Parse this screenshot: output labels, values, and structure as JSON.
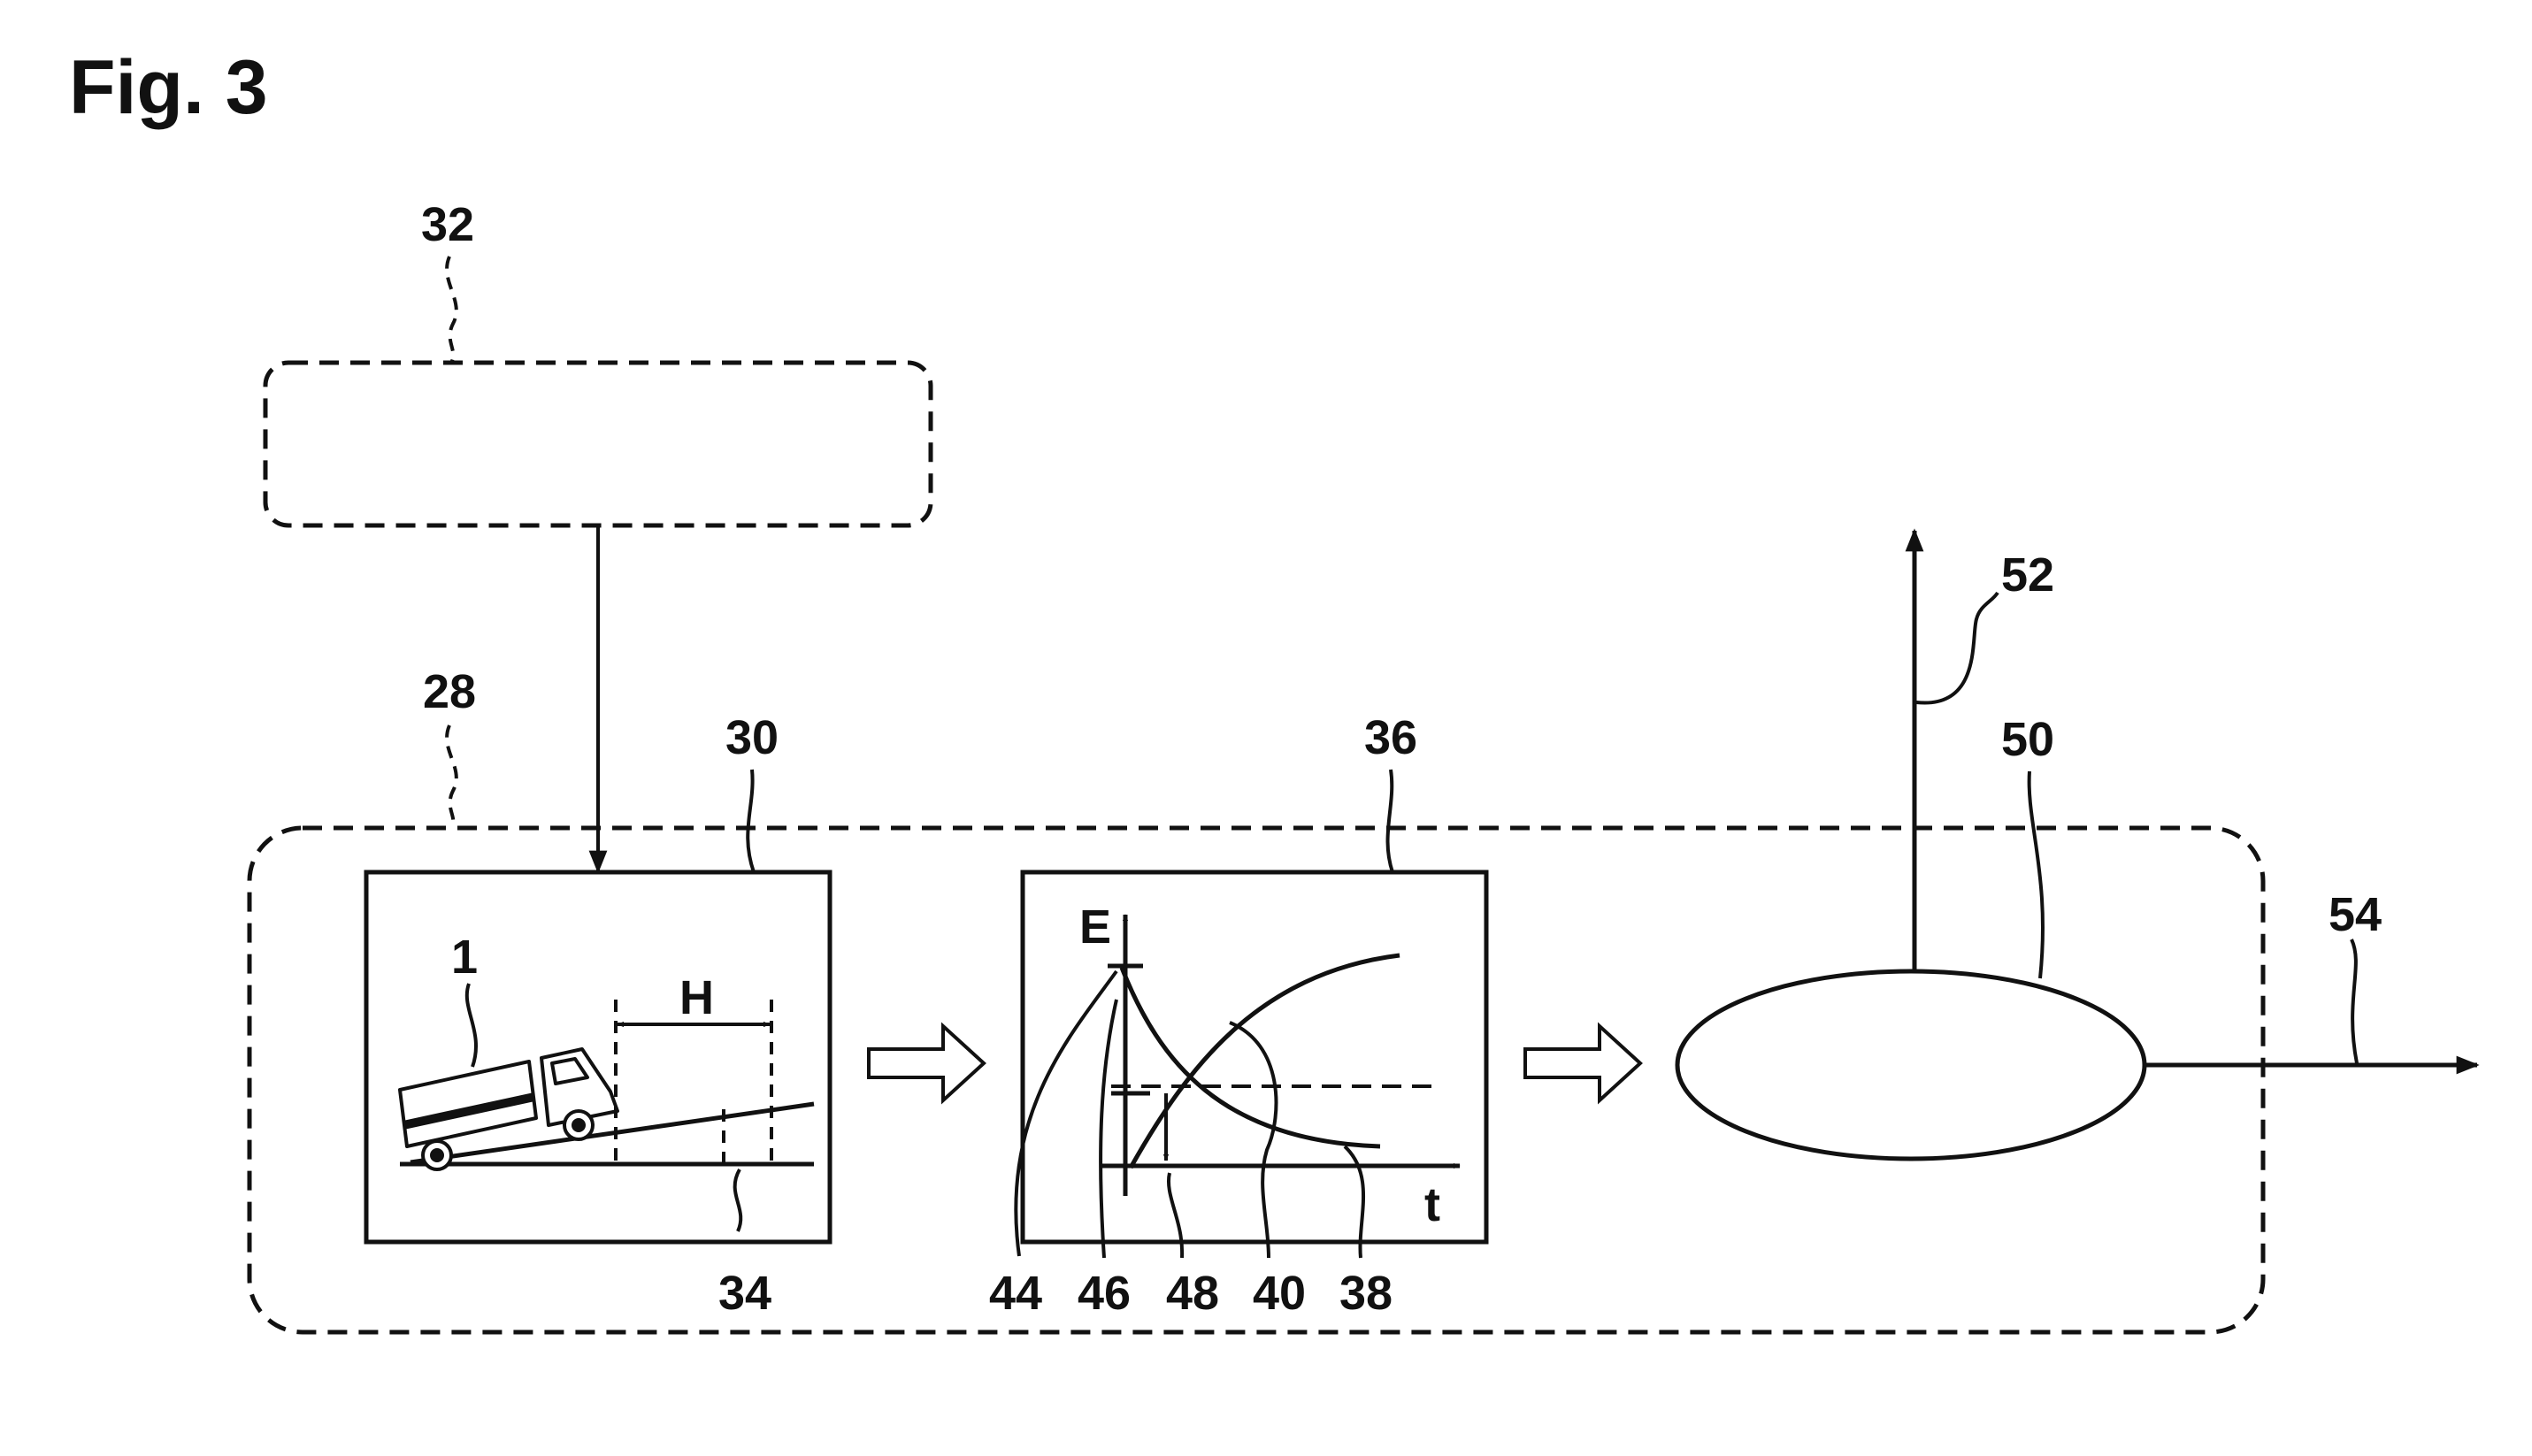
{
  "figure_title": "Fig. 3",
  "reference_numerals": {
    "truck": "1",
    "system_boundary": "28",
    "terrain_panel": "30",
    "external_source": "32",
    "road_ref": "34",
    "graph_panel": "36",
    "curve_falling": "38",
    "curve_rising": "40",
    "ref_44": "44",
    "ref_46": "46",
    "ref_48": "48",
    "ellipse": "50",
    "output_up": "52",
    "output_right": "54"
  },
  "terrain_label_height": "H",
  "graph_axes": {
    "y_label": "E",
    "x_label": "t"
  },
  "colors": {
    "ink": "#111111",
    "background": "#ffffff"
  }
}
